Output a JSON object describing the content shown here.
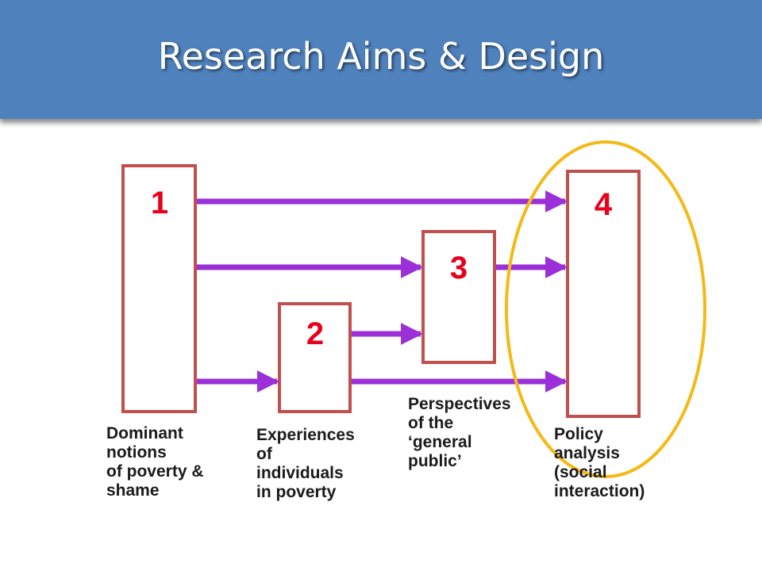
{
  "title": "Research Aims & Design",
  "boxes": [
    {
      "id": "box-1",
      "number": "1",
      "label": "Dominant\nnotions\nof poverty &\nshame"
    },
    {
      "id": "box-2",
      "number": "2",
      "label": "Experiences\nof\nindividuals\nin poverty"
    },
    {
      "id": "box-3",
      "number": "3",
      "label": "Perspectives\nof the\n‘general\npublic’"
    },
    {
      "id": "box-4",
      "number": "4",
      "label": "Policy\nanalysis\n(social\ninteraction)"
    }
  ],
  "connections": [
    {
      "from": "1",
      "to": "4"
    },
    {
      "from": "1",
      "to": "3"
    },
    {
      "from": "1",
      "to": "2"
    },
    {
      "from": "2",
      "to": "3"
    },
    {
      "from": "2",
      "to": "4"
    },
    {
      "from": "3",
      "to": "4"
    }
  ],
  "colors": {
    "title_bar": "#4f81bd",
    "box_border": "#c0504d",
    "box_number": "#e8001c",
    "arrow": "#9b30d9",
    "highlight_ellipse": "#f5b915"
  }
}
